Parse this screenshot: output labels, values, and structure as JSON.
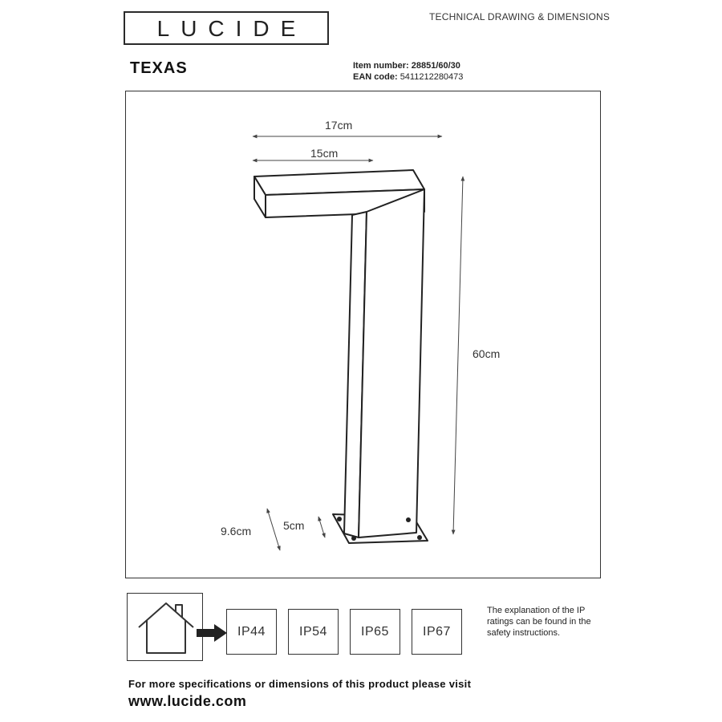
{
  "header": {
    "logo_text": "LUCIDE",
    "section_title": "TECHNICAL DRAWING & DIMENSIONS"
  },
  "product": {
    "name": "TEXAS",
    "item_number_label": "Item number:",
    "item_number": "28851/60/30",
    "ean_label": "EAN code:",
    "ean": "5411212280473"
  },
  "drawing": {
    "dimensions": {
      "overall_width": "17cm",
      "arm_width": "15cm",
      "height": "60cm",
      "base_depth": "9.6cm",
      "post_width": "5cm"
    }
  },
  "ip_ratings": {
    "items": [
      "IP44",
      "IP54",
      "IP65",
      "IP67"
    ],
    "note": "The explanation of the IP ratings can be found in the safety instructions."
  },
  "footer": {
    "more_info": "For more specifications or dimensions of this product please visit",
    "url": "www.lucide.com"
  },
  "icons": {
    "house": "house-icon",
    "arrow": "arrow-right-icon"
  }
}
